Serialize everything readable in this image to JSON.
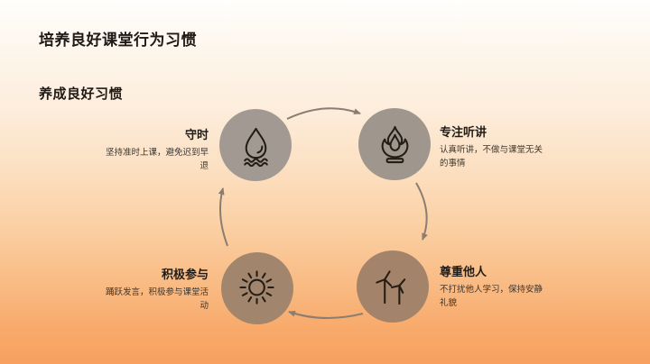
{
  "slide": {
    "title": "培养良好课堂行为习惯",
    "subtitle": "养成良好习惯",
    "background_top_color": "#fffefd",
    "background_bottom_color": "#f7a05f",
    "title_color": "#1f1a15"
  },
  "diagram": {
    "type": "cycle",
    "direction": "clockwise",
    "arrow_color": "#8a7e72",
    "nodes": [
      {
        "id": "punctuality",
        "position": "top-left",
        "label": "守时",
        "description": "坚持准时上课，避免迟到早退",
        "icon": "water-drop-icon",
        "circle_color": "#a29a92"
      },
      {
        "id": "focus",
        "position": "top-right",
        "label": "专注听讲",
        "description": "认真听讲，不做与课堂无关的事情",
        "icon": "flame-icon",
        "circle_color": "#9f978e"
      },
      {
        "id": "participation",
        "position": "bottom-left",
        "label": "积极参与",
        "description": "踊跃发言，积极参与课堂活动",
        "icon": "sun-icon",
        "circle_color": "#a1856c"
      },
      {
        "id": "respect",
        "position": "bottom-right",
        "label": "尊重他人",
        "description": "不打扰他人学习，保持安静礼貌",
        "icon": "wind-turbine-icon",
        "circle_color": "#a3846b"
      }
    ]
  }
}
